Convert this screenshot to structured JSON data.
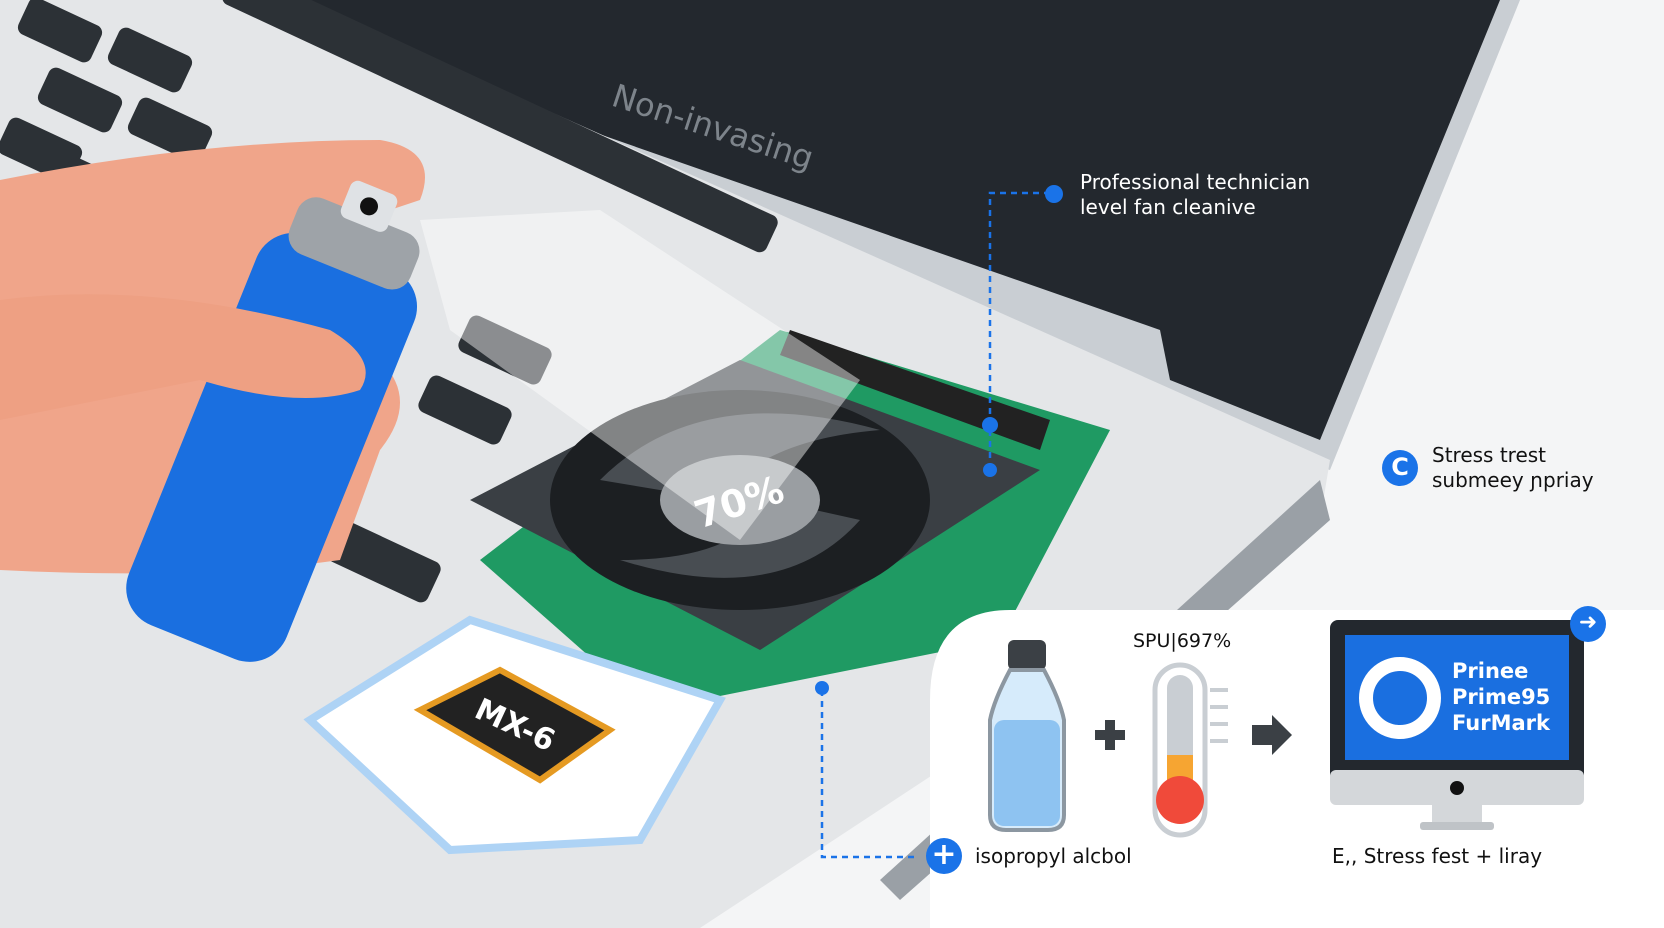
{
  "laptop_brand_text": "Non-invasing",
  "fan_label": "70%",
  "chip_label": "MX-6",
  "callouts": {
    "fan_cleaning": "Professional technician level fan cleanive",
    "stress_test": {
      "badge": "C",
      "line1": "Stress trest",
      "line2": "submeey ɲpriay"
    },
    "alcohol": {
      "badge": "+",
      "text": "isopropyl alcbol"
    },
    "stress_footer": "E,, Stress fest + liray"
  },
  "thermometer_label": "SPU|697%",
  "monitor": {
    "lines": [
      "Prinee",
      "Prime95",
      "FurMark"
    ],
    "corner_icon": "arrow-right-icon"
  },
  "colors": {
    "accent": "#1a73e8",
    "screen_dark": "#22272d",
    "pcb": "#1f9a63",
    "can_blue": "#1a6fe0"
  }
}
